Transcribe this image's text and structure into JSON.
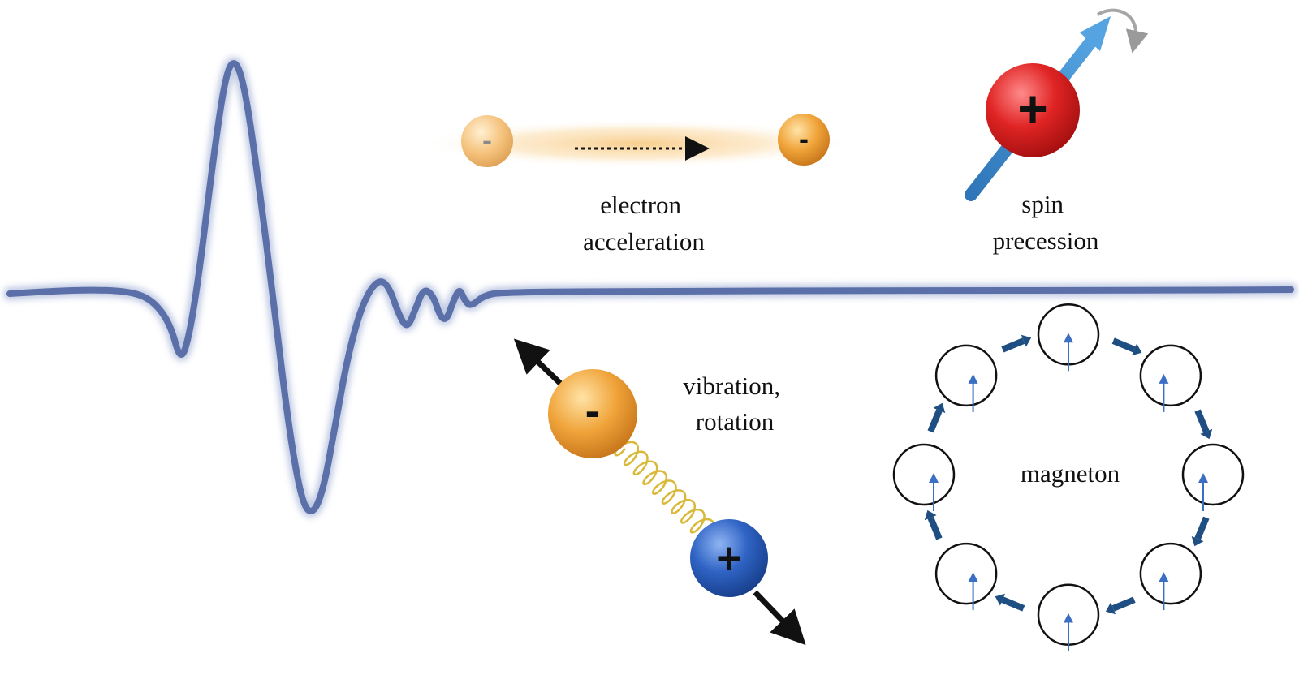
{
  "labels": {
    "electron_acceleration": [
      "electron",
      "acceleration"
    ],
    "spin_precession": [
      "spin",
      "precession"
    ],
    "vibration_rotation": [
      "vibration,",
      "rotation"
    ],
    "magneton": "magneton"
  },
  "signs": {
    "minus": "-",
    "plus": "+"
  },
  "colors": {
    "waveform": "#5b6fa8",
    "waveform_glow": "#b9c4e0",
    "electron_orange": "#f0a43a",
    "proton_red": "#e02424",
    "ion_blue": "#2f63c4",
    "spin_axis": "#3a87c8",
    "magneton_arrow": "#1f4f82",
    "moment_arrow": "#3a6fc4",
    "spring": "#d9b93a"
  },
  "icons": {
    "precession_arrow": "curved-arrow-icon",
    "force_arrow": "double-headed-arrow-icon",
    "moment": "up-arrow-icon"
  }
}
